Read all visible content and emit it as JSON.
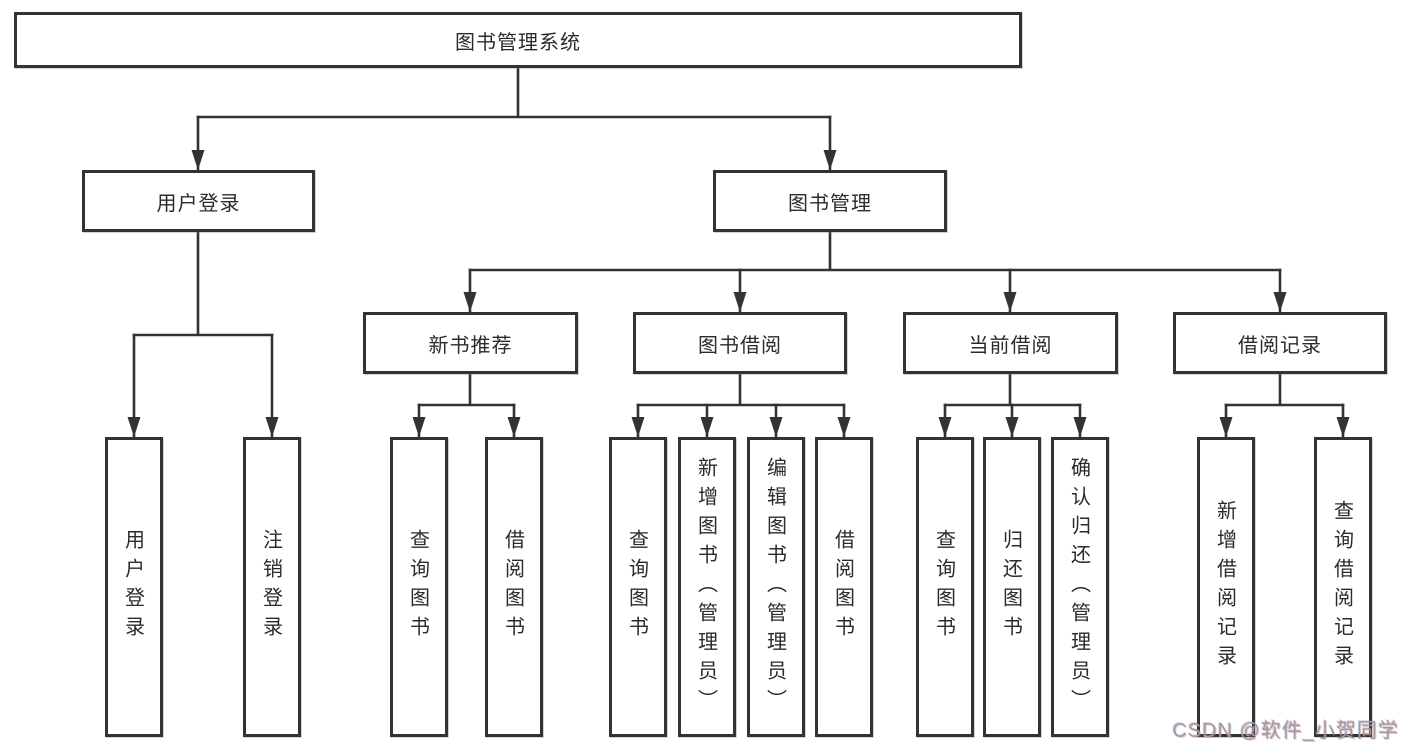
{
  "diagram": {
    "type": "tree",
    "colors": {
      "line": "#333333",
      "box_fill": "#ffffff",
      "text": "#2b2b2b",
      "watermark": "#9c9c9c"
    },
    "tree": {
      "root": {
        "label": "图书管理系统"
      },
      "children": [
        {
          "label": "用户登录",
          "children": [
            {
              "label": "用户登录"
            },
            {
              "label": "注销登录"
            }
          ]
        },
        {
          "label": "图书管理",
          "children": [
            {
              "label": "新书推荐",
              "children": [
                {
                  "label": "查询图书"
                },
                {
                  "label": "借阅图书"
                }
              ]
            },
            {
              "label": "图书借阅",
              "children": [
                {
                  "label": "查询图书"
                },
                {
                  "label": "新增图书（管理员）"
                },
                {
                  "label": "编辑图书（管理员）"
                },
                {
                  "label": "借阅图书"
                }
              ]
            },
            {
              "label": "当前借阅",
              "children": [
                {
                  "label": "查询图书"
                },
                {
                  "label": "归还图书"
                },
                {
                  "label": "确认归还（管理员）"
                }
              ]
            },
            {
              "label": "借阅记录",
              "children": [
                {
                  "label": "新增借阅记录"
                },
                {
                  "label": "查询借阅记录"
                }
              ]
            }
          ]
        }
      ]
    },
    "watermark": {
      "text": "CSDN @软件_小贺同学"
    }
  }
}
